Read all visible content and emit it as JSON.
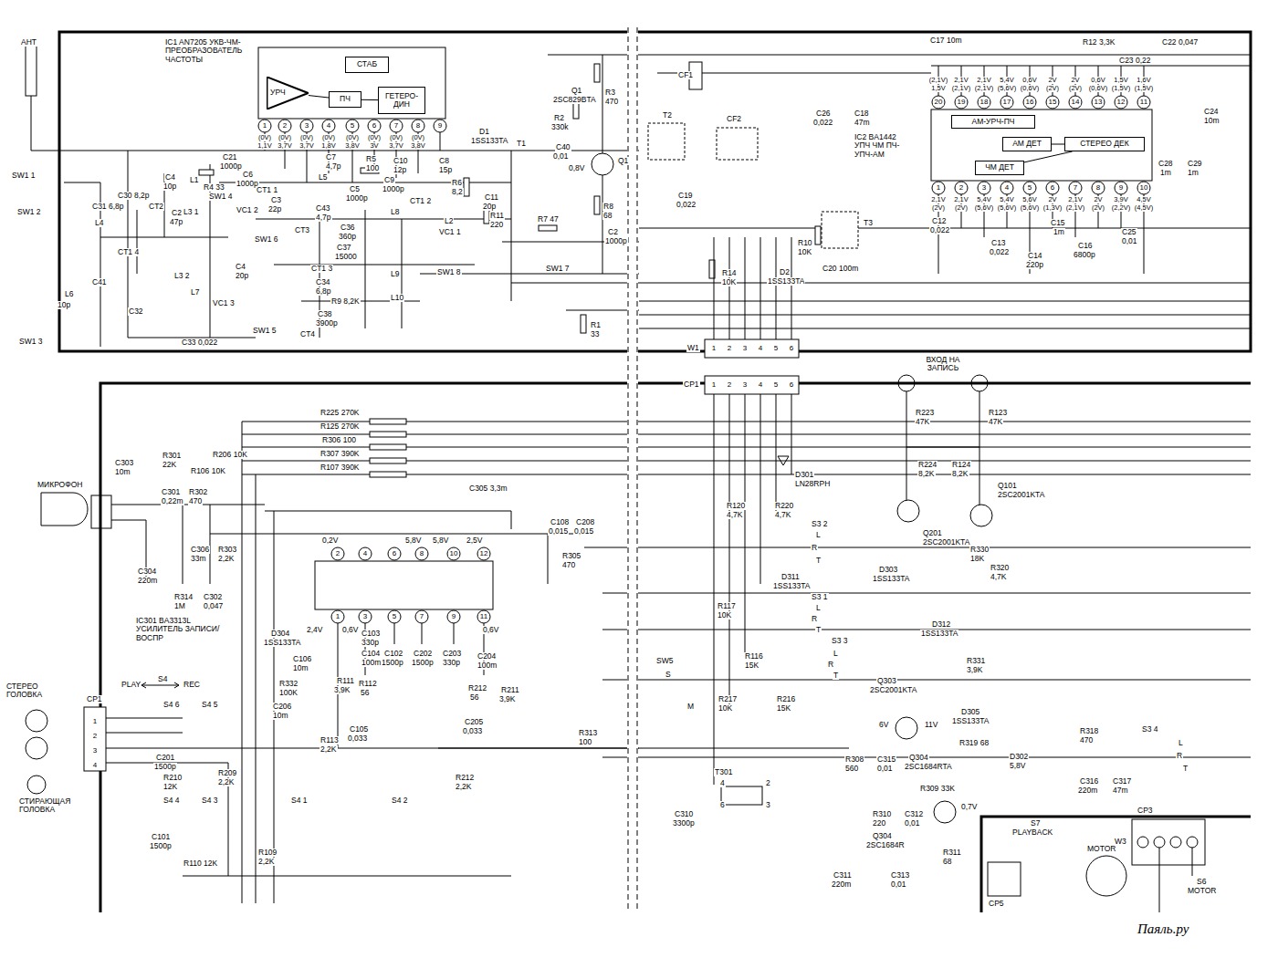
{
  "diagram": {
    "nodes": [
      {
        "text": [
          "СТАБ"
        ]
      },
      {
        "text": [
          "УРЧ"
        ]
      },
      {
        "text": [
          "ПЧ"
        ]
      },
      {
        "text": [
          "ГЕТЕРО- ДИН"
        ]
      },
      {
        "text": [
          "АМ-УРЧ-ПЧ"
        ]
      },
      {
        "text": [
          "АМ ДЕТ"
        ]
      },
      {
        "text": [
          "СТЕРЕО ДЕК"
        ]
      },
      {
        "text": [
          "ЧМ ДЕТ"
        ]
      }
    ],
    "edges": [
      {
        "from": 1,
        "to": 2,
        "arrow": "none"
      },
      {
        "from": 3,
        "to": 2,
        "arrow": "none"
      },
      {
        "from": 5,
        "to": 6,
        "arrow": "none"
      },
      {
        "from": 7,
        "to": 6,
        "arrow": "none"
      }
    ],
    "labels": [
      "АНТ",
      "SW1 1",
      "C4",
      "10p",
      "L1",
      "R4 33",
      "L4",
      "C2",
      "47p",
      "SW1 2",
      "C31 6,8p",
      "C30 8,2p",
      "CT2",
      "L3 1",
      "SW1 4",
      "CT1 4",
      "L3 2",
      "L6",
      "C41",
      "10p",
      "C32",
      "SW1 3",
      "L7",
      "VC1 3",
      "C33 0,022",
      "IC1 AN7205 УКВ-ЧМ-ПРЕОБРАЗОВАТЕЛЬ ЧАСТОТЫ",
      "1",
      "2",
      "3",
      "4",
      "5",
      "6",
      "7",
      "8",
      "9",
      "(0V)",
      "1,1V",
      "(0V)",
      "3,7V",
      "(0V)",
      "3,7V",
      "(0V)",
      "1,8V",
      "(0V)",
      "3,8V",
      "(0V)",
      "3V",
      "(0V)",
      "3,7V",
      "(0V)",
      "3,8V",
      "C21",
      "1000p",
      "C6",
      "1000p",
      "C7",
      "4,7p",
      "R5",
      "100",
      "C10",
      "12p",
      "C8",
      "15p",
      "L5",
      "C5",
      "1000p",
      "C9",
      "1000p",
      "CT1 1",
      "C3",
      "22p",
      "VC1 2",
      "C43",
      "4,7p",
      "CT3",
      "C36",
      "360p",
      "C37",
      "15000",
      "L8",
      "CT1 2",
      "R6",
      "8,2",
      "L2",
      "VC1 1",
      "C11",
      "20p",
      "R11",
      "220",
      "R7 47",
      "SW1 6",
      "C4",
      "20p",
      "CT1 3",
      "C34",
      "6,8p",
      "R9 8,2K",
      "C38",
      "3900p",
      "CT4",
      "L9",
      "L10",
      "SW1 5",
      "SW1 8",
      "D1",
      "1SS133TA",
      "R2",
      "330k",
      "R3",
      "470",
      "Q1",
      "2SC829BTA",
      "T1",
      "C40",
      "0,01",
      "0,8V",
      "Q1",
      "R8",
      "68",
      "C2",
      "1000p",
      "SW1 7",
      "R1",
      "33",
      "CF1",
      "T2",
      "CF2",
      "C19",
      "0,022",
      "C26",
      "0,022",
      "C18",
      "47m",
      "C17 10m",
      "R12 3,3K",
      "C22 0,047",
      "C23 0,22",
      "C24",
      "10m",
      "C28",
      "1m",
      "C29",
      "1m",
      "T3",
      "R10",
      "10K",
      "C20 100m",
      "C12",
      "0,022",
      "C13",
      "0,022",
      "C14",
      "220p",
      "C15",
      "1m",
      "C16",
      "6800p",
      "C25",
      "0,01",
      "R14",
      "10K",
      "D2",
      "1SS133TA",
      "IC2 BA1442 УПЧ ЧМ ПЧ-УПЧ-АМ",
      "20",
      "19",
      "18",
      "17",
      "16",
      "15",
      "14",
      "13",
      "12",
      "11",
      "(2,1V)",
      "1,5V",
      "2,1V",
      "(2,1V)",
      "2,1V",
      "(2,1V)",
      "5,4V",
      "(5,6V)",
      "0,6V",
      "(0,6V)",
      "2V",
      "(2V)",
      "2V",
      "(2V)",
      "0,6V",
      "(0,6V)",
      "1,5V",
      "(1,5V)",
      "1,6V",
      "(1,5V)",
      "1",
      "2",
      "3",
      "4",
      "5",
      "6",
      "7",
      "8",
      "9",
      "10",
      "2,1V",
      "(2V)",
      "2,1V",
      "(2V)",
      "5,4V",
      "(5,6V)",
      "5,4V",
      "(5,6V)",
      "5,6V",
      "(5,6V)",
      "2V",
      "(1,3V)",
      "2,1V",
      "(2,1V)",
      "2V",
      "(2V)",
      "3,9V",
      "(2,2V)",
      "4,5V",
      "(4,5V)",
      "W1",
      "1",
      "2",
      "3",
      "4",
      "5",
      "6",
      "CP1",
      "1",
      "2",
      "3",
      "4",
      "5",
      "6",
      "ВХОД НА ЗАПИСЬ",
      "МИКРОФОН",
      "C303",
      "10m",
      "R301",
      "22K",
      "R206 10K",
      "R106 10K",
      "R225 270K",
      "R125 270K",
      "R306 100",
      "R307 390K",
      "R107 390K",
      "C305 3,3m",
      "C301",
      "0,22m",
      "R302",
      "470",
      "C306",
      "33m",
      "R303",
      "2,2K",
      "C304",
      "220m",
      "R314",
      "1M",
      "C302",
      "0,047",
      "IC301 BA3313L УСИЛИТЕЛЬ ЗАПИСИ/ВОСПР",
      "D304",
      "1SS133TA",
      "C106",
      "10m",
      "R332",
      "100K",
      "C206",
      "10m",
      "R111",
      "3,9K",
      "C103",
      "330p",
      "C104",
      "100m",
      "R112",
      "56",
      "C102",
      "1500p",
      "C202",
      "1500p",
      "C203",
      "330p",
      "C204",
      "100m",
      "R212",
      "56",
      "R211",
      "3,9K",
      "C205",
      "0,033",
      "R113",
      "2,2K",
      "C105",
      "0,033",
      "R212",
      "2,2K",
      "R313",
      "100",
      "C108",
      "0,015",
      "C208",
      "0,015",
      "R305",
      "470",
      "2",
      "4",
      "6",
      "8",
      "10",
      "12",
      "1",
      "3",
      "5",
      "7",
      "9",
      "11",
      "0,2V",
      "5,8V",
      "5,8V",
      "2,5V",
      "2,4V",
      "0,6V",
      "0,6V",
      "СТЕРЕО ГОЛОВКА",
      "СТИРАЮЩАЯ ГОЛОВКА",
      "CP1",
      "1",
      "2",
      "3",
      "4",
      "S4",
      "PLAY",
      "REC",
      "S4 6",
      "S4 5",
      "C201",
      "1500p",
      "R210",
      "12K",
      "R209",
      "2,2K",
      "S4 4",
      "S4 3",
      "C101",
      "1500p",
      "R109",
      "2,2K",
      "R110 12K",
      "S4 1",
      "S4 2",
      "D301",
      "LN28RPH",
      "R120",
      "4,7K",
      "R220",
      "4,7K",
      "S3 2",
      "L",
      "R",
      "T",
      "D311",
      "1SS133TA",
      "S3 1",
      "L",
      "R",
      "T",
      "R117",
      "10K",
      "R116",
      "15K",
      "S3 3",
      "L",
      "R",
      "T",
      "SW5",
      "S",
      "M",
      "R217",
      "10K",
      "R216",
      "15K",
      "R223",
      "47K",
      "R123",
      "47K",
      "R224",
      "8,2K",
      "R124",
      "8,2K",
      "Q101",
      "2SC2001KTA",
      "Q201",
      "2SC2001KTA",
      "R330",
      "18K",
      "R320",
      "4,7K",
      "D303",
      "1SS133TA",
      "D312",
      "1SS133TA",
      "R331",
      "3,9K",
      "Q303",
      "2SC2001KTA",
      "D305",
      "1SS133TA",
      "6V",
      "11V",
      "R308",
      "560",
      "C315",
      "0,01",
      "Q304",
      "2SC1684RTA",
      "R319 68",
      "D302",
      "5,8V",
      "R318",
      "470",
      "C316",
      "220m",
      "S3 4",
      "L",
      "R",
      "T",
      "C317",
      "47m",
      "CP3",
      "W3",
      "T301",
      "4",
      "2",
      "6",
      "3",
      "C310",
      "3300p",
      "R309 33K",
      "R310",
      "220",
      "C312",
      "0,01",
      "0,7V",
      "Q304",
      "2SC1684R",
      "R311",
      "68",
      "C311",
      "220m",
      "C313",
      "0,01",
      "CP5",
      "S7",
      "PLAYBACK",
      "MOTOR",
      "S6",
      "MOTOR",
      "Паяль.ру"
    ]
  }
}
